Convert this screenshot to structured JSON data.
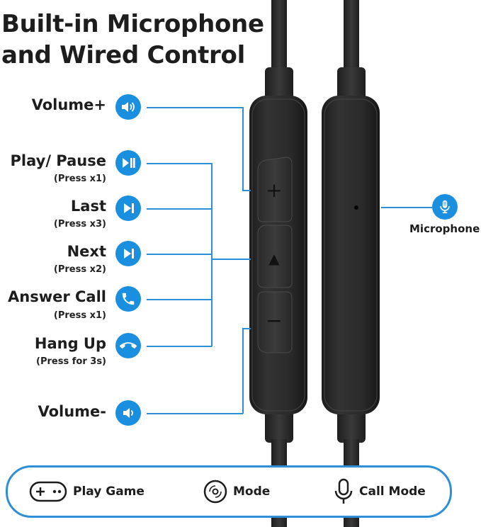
{
  "title": {
    "line1": "Built-in Microphone",
    "line2": "and Wired Control"
  },
  "controls": [
    {
      "label": "Volume+",
      "sub": "",
      "icon": "volume-up-icon"
    },
    {
      "label": "Play/ Pause",
      "sub": "(Press x1)",
      "icon": "play-pause-icon"
    },
    {
      "label": "Last",
      "sub": "(Press x3)",
      "icon": "previous-track-icon"
    },
    {
      "label": "Next",
      "sub": "(Press x2)",
      "icon": "next-track-icon"
    },
    {
      "label": "Answer Call",
      "sub": "(Press x1)",
      "icon": "phone-answer-icon"
    },
    {
      "label": "Hang Up",
      "sub": "(Press for 3s)",
      "icon": "phone-hangup-icon"
    },
    {
      "label": "Volume-",
      "sub": "",
      "icon": "volume-down-icon"
    }
  ],
  "microphone": {
    "label": "Microphone",
    "icon": "microphone-icon"
  },
  "remote_buttons": {
    "plus": "+",
    "play": "▲",
    "minus": "−"
  },
  "modes": [
    {
      "label": "Play Game",
      "icon": "gamepad-icon"
    },
    {
      "label": "Mode",
      "icon": "music-disc-icon"
    },
    {
      "label": "Call Mode",
      "icon": "microphone-outline-icon"
    }
  ],
  "colors": {
    "accent": "#1a8fe0",
    "line": "#2d8fd6",
    "cable": "#2a2a2a"
  }
}
